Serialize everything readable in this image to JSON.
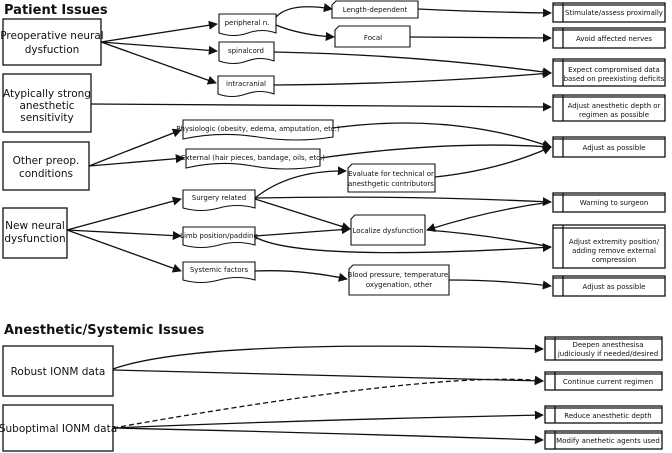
{
  "sections": {
    "patient_title": "Patient Issues",
    "anesthetic_title": "Anesthetic/Systemic Issues"
  },
  "sources": {
    "preop_1": "Preoperative neural",
    "preop_2": "dysfuction",
    "atyp_1": "Atypically strong",
    "atyp_2": "anesthetic",
    "atyp_3": "sensitivity",
    "other_1": "Other preop.",
    "other_2": "conditions",
    "new_1": "New neural",
    "new_2": "dysfunction",
    "robust": "Robust IONM data",
    "subopt": "Suboptimal IONM data"
  },
  "middle": {
    "peripheral": "peripheral n.",
    "spinal": "spinalcord",
    "intracranial": "intracranial",
    "length": "Length-dependent",
    "focal": "Focal",
    "physiologic": "Physiologic (obesity, edema, amputation, etc.)",
    "external": "External (hair pieces, bandage, oils, etc.)",
    "evaluate_1": "Evaluate for technical or",
    "evaluate_2": "anesthgetic contributors",
    "surgery": "Surgery related",
    "limb": "Limb position/padding",
    "systemic": "Systemic factors",
    "localize": "Localize dysfunction",
    "bp_1": "Blood pressure, temperature,",
    "bp_2": "oxygenation, other"
  },
  "actions": {
    "stimulate": "Stimulate/assess proximally",
    "avoid": "Avoid affected nerves",
    "expect_1": "Expect compromised data",
    "expect_2": "based on preexisting deficits",
    "adjust_depth_1": "Adjust anesthetic depth or",
    "adjust_depth_2": "regimen as possible",
    "adjust_possible_1": "Adjust as possible",
    "warning": "Warning to surgeon",
    "extremity_1": "Adjust extremity position/",
    "extremity_2": "adding remove external",
    "extremity_3": "compression",
    "adjust_possible_2": "Adjust as possible",
    "deepen_1": "Deepen anesthesisa",
    "deepen_2": "judiciously if needed/desired",
    "continue": "Continue current regimen",
    "reduce": "Reduce anesthetic depth",
    "modify": "Modify anethetic agents used"
  }
}
